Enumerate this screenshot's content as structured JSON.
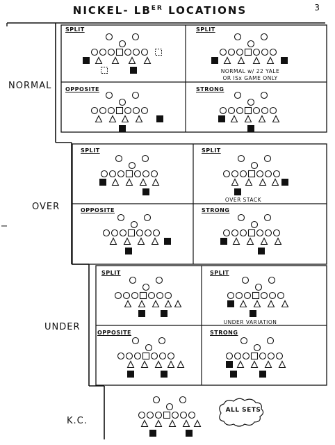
{
  "page": {
    "number": "3",
    "title": "NICKEL- LB",
    "title_sup": "ER",
    "title_suffix": " LOCATIONS"
  },
  "groups": [
    {
      "id": "normal",
      "label": "NORMAL",
      "cells": [
        {
          "id": "normal-split-1",
          "label": "SPLIT",
          "note": ""
        },
        {
          "id": "normal-split-2",
          "label": "SPLIT",
          "note": "NORMAL w/ 22 YALE\nOR ISx GAME ONLY"
        },
        {
          "id": "normal-opposite",
          "label": "OPPOSITE",
          "note": ""
        },
        {
          "id": "normal-strong",
          "label": "STRONG",
          "note": ""
        }
      ]
    },
    {
      "id": "over",
      "label": "OVER",
      "cells": [
        {
          "id": "over-split-1",
          "label": "SPLIT",
          "note": ""
        },
        {
          "id": "over-split-2",
          "label": "SPLIT",
          "note": "OVER STACK"
        },
        {
          "id": "over-opposite",
          "label": "OPPOSITE",
          "note": ""
        },
        {
          "id": "over-strong",
          "label": "STRONG",
          "note": ""
        }
      ]
    },
    {
      "id": "under",
      "label": "UNDER",
      "cells": [
        {
          "id": "under-split-1",
          "label": "SPLIT",
          "note": ""
        },
        {
          "id": "under-split-2",
          "label": "SPLIT",
          "note": "UNDER VARIATION"
        },
        {
          "id": "under-opposite",
          "label": "OPPOSITE",
          "note": ""
        },
        {
          "id": "under-strong",
          "label": "STRONG",
          "note": ""
        }
      ]
    },
    {
      "id": "kc",
      "label": "K.C.",
      "cells": [
        {
          "id": "kc-all",
          "label": "",
          "note": "ALL SETS"
        }
      ]
    }
  ]
}
